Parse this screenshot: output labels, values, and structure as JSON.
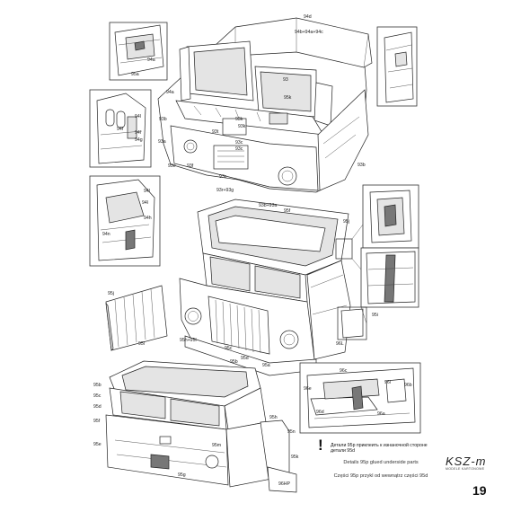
{
  "page_number": "19",
  "callouts": {
    "top_assembly": [
      "94d",
      "94b+94a+94c",
      "94a",
      "93",
      "95k",
      "93b",
      "93k",
      "93k",
      "93t",
      "93c",
      "93c",
      "93a",
      "93e",
      "93f",
      "93b",
      "93r+93g",
      "93c"
    ],
    "inset_top_left": [
      "95a",
      "94a"
    ],
    "inset_mid_left": [
      "94l",
      "94l",
      "94g",
      "94f"
    ],
    "inset_mid_left2": [
      "94l",
      "94l",
      "94h",
      "94n"
    ],
    "middle_assembly": [
      "93b+93a",
      "95f",
      "95j",
      "95i",
      "95h+95l",
      "95c",
      "95b",
      "95a",
      "95d",
      "96L"
    ],
    "grille_part": [
      "95j",
      "95l"
    ],
    "inset_bottom_right": [
      "96c",
      "96e",
      "96b",
      "96l",
      "96d",
      "96a"
    ],
    "bottom_assembly": [
      "95b",
      "95c",
      "95d",
      "95f",
      "95e",
      "95h",
      "95n",
      "95m",
      "95k",
      "95g",
      "96HP"
    ]
  },
  "notes": {
    "exclamation": "!",
    "russian": "Детали 95p приклеить к изнаночной стороне детали 95d",
    "english": "Details 95p glued underside parts",
    "polish": "Części 95p przykl od wewnątrz części 95d"
  },
  "logo": {
    "text": "KSZ-m",
    "subtitle": "MODELE KARTONOWE"
  }
}
